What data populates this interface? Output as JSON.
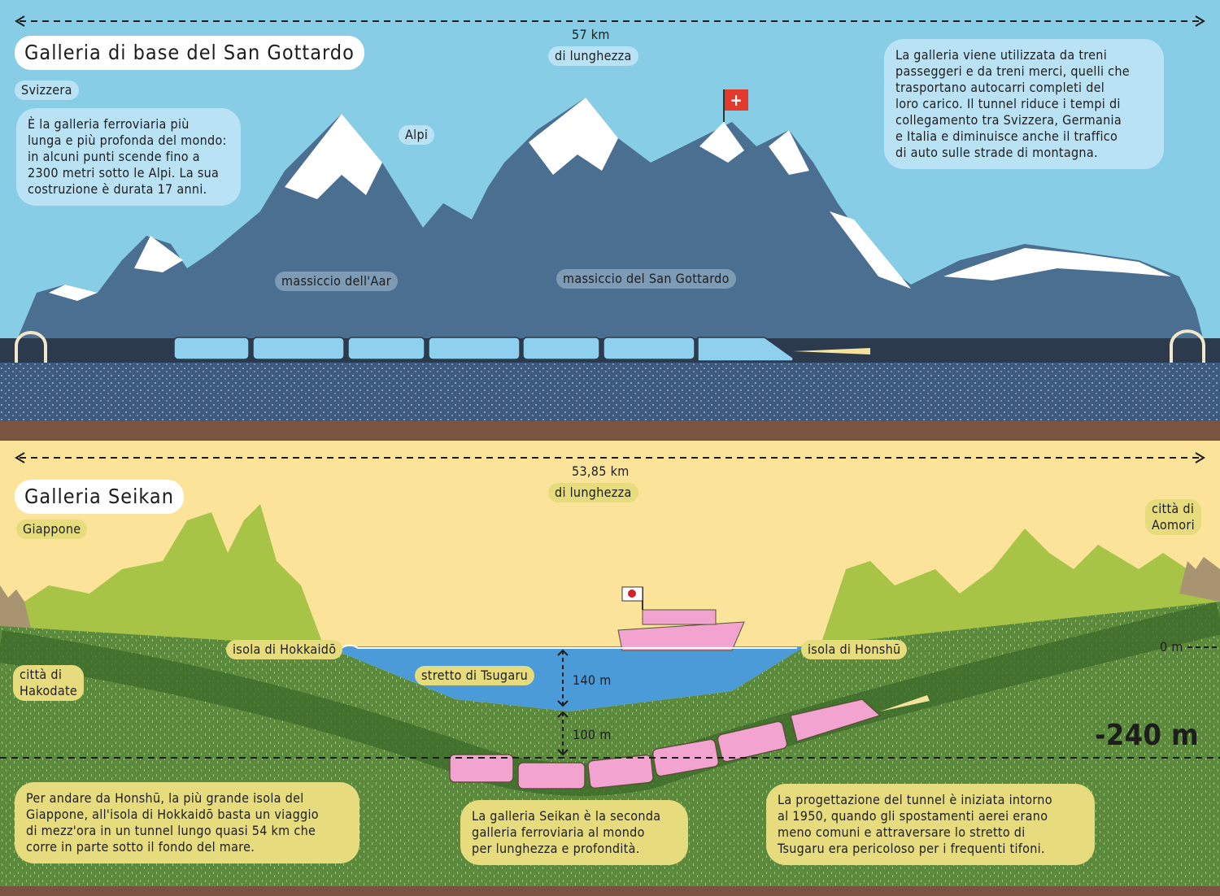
{
  "gotthard": {
    "title": "Galleria di base del San Gottardo",
    "country": "Svizzera",
    "length_value": "57 km",
    "length_label": "di lunghezza",
    "intro": "È la galleria ferroviaria più\nlunga e più profonda del mondo:\nin alcuni punti scende fino a\n2300 metri sotto le Alpi. La sua\ncostruzione è durata 17 anni.",
    "alps_label": "Alpi",
    "aar_label": "massiccio dell'Aar",
    "gotthard_label": "massiccio del San Gottardo",
    "usage": "La galleria viene utilizzata da treni\npasseggeri e da treni merci, quelli che\ntrasportano autocarri completi del\nloro carico. Il tunnel riduce i tempi di\ncollegamento tra Svizzera, Germania\ne Italia e diminuisce anche il traffico\ndi auto sulle strade di montagna."
  },
  "seikan": {
    "title": "Galleria Seikan",
    "country": "Giappone",
    "length_value": "53,85 km",
    "length_label": "di lunghezza",
    "hakodate": "città di\nHakodate",
    "aomori": "città di\nAomori",
    "hokkaido": "isola di Hokkaidō",
    "honshu": "isola di Honshū",
    "strait": "stretto di Tsugaru",
    "depth_water": "140 m",
    "depth_below": "100 m",
    "sea_level": "0 m",
    "max_depth": "-240 m",
    "text_left": "Per andare da Honshū, la più grande isola del\nGiappone, all'isola di Hokkaidō basta un viaggio\ndi mezz'ora in un tunnel lungo quasi 54 km che\ncorre in parte sotto il fondo del mare.",
    "text_center": "La galleria Seikan è la seconda\ngalleria ferroviaria al mondo\nper lunghezza e profondità.",
    "text_right": "La progettazione del tunnel è iniziata intorno\nal 1950, quando gli spostamenti aerei erano\nmeno comuni e attraversare lo stretto di\nTsugaru era pericoloso per i frequenti tifoni."
  },
  "colors": {
    "sky": "#87cde6",
    "mountain": "#4a6f91",
    "rock": "#3d5a7f",
    "earth": "#7a5440",
    "sand": "#fbe39a",
    "grass": "#5b8a3c",
    "hills": "#a8c447",
    "water": "#4c9bd9",
    "train_blue": "#8fd0ee",
    "train_pink": "#f2a3cf"
  }
}
